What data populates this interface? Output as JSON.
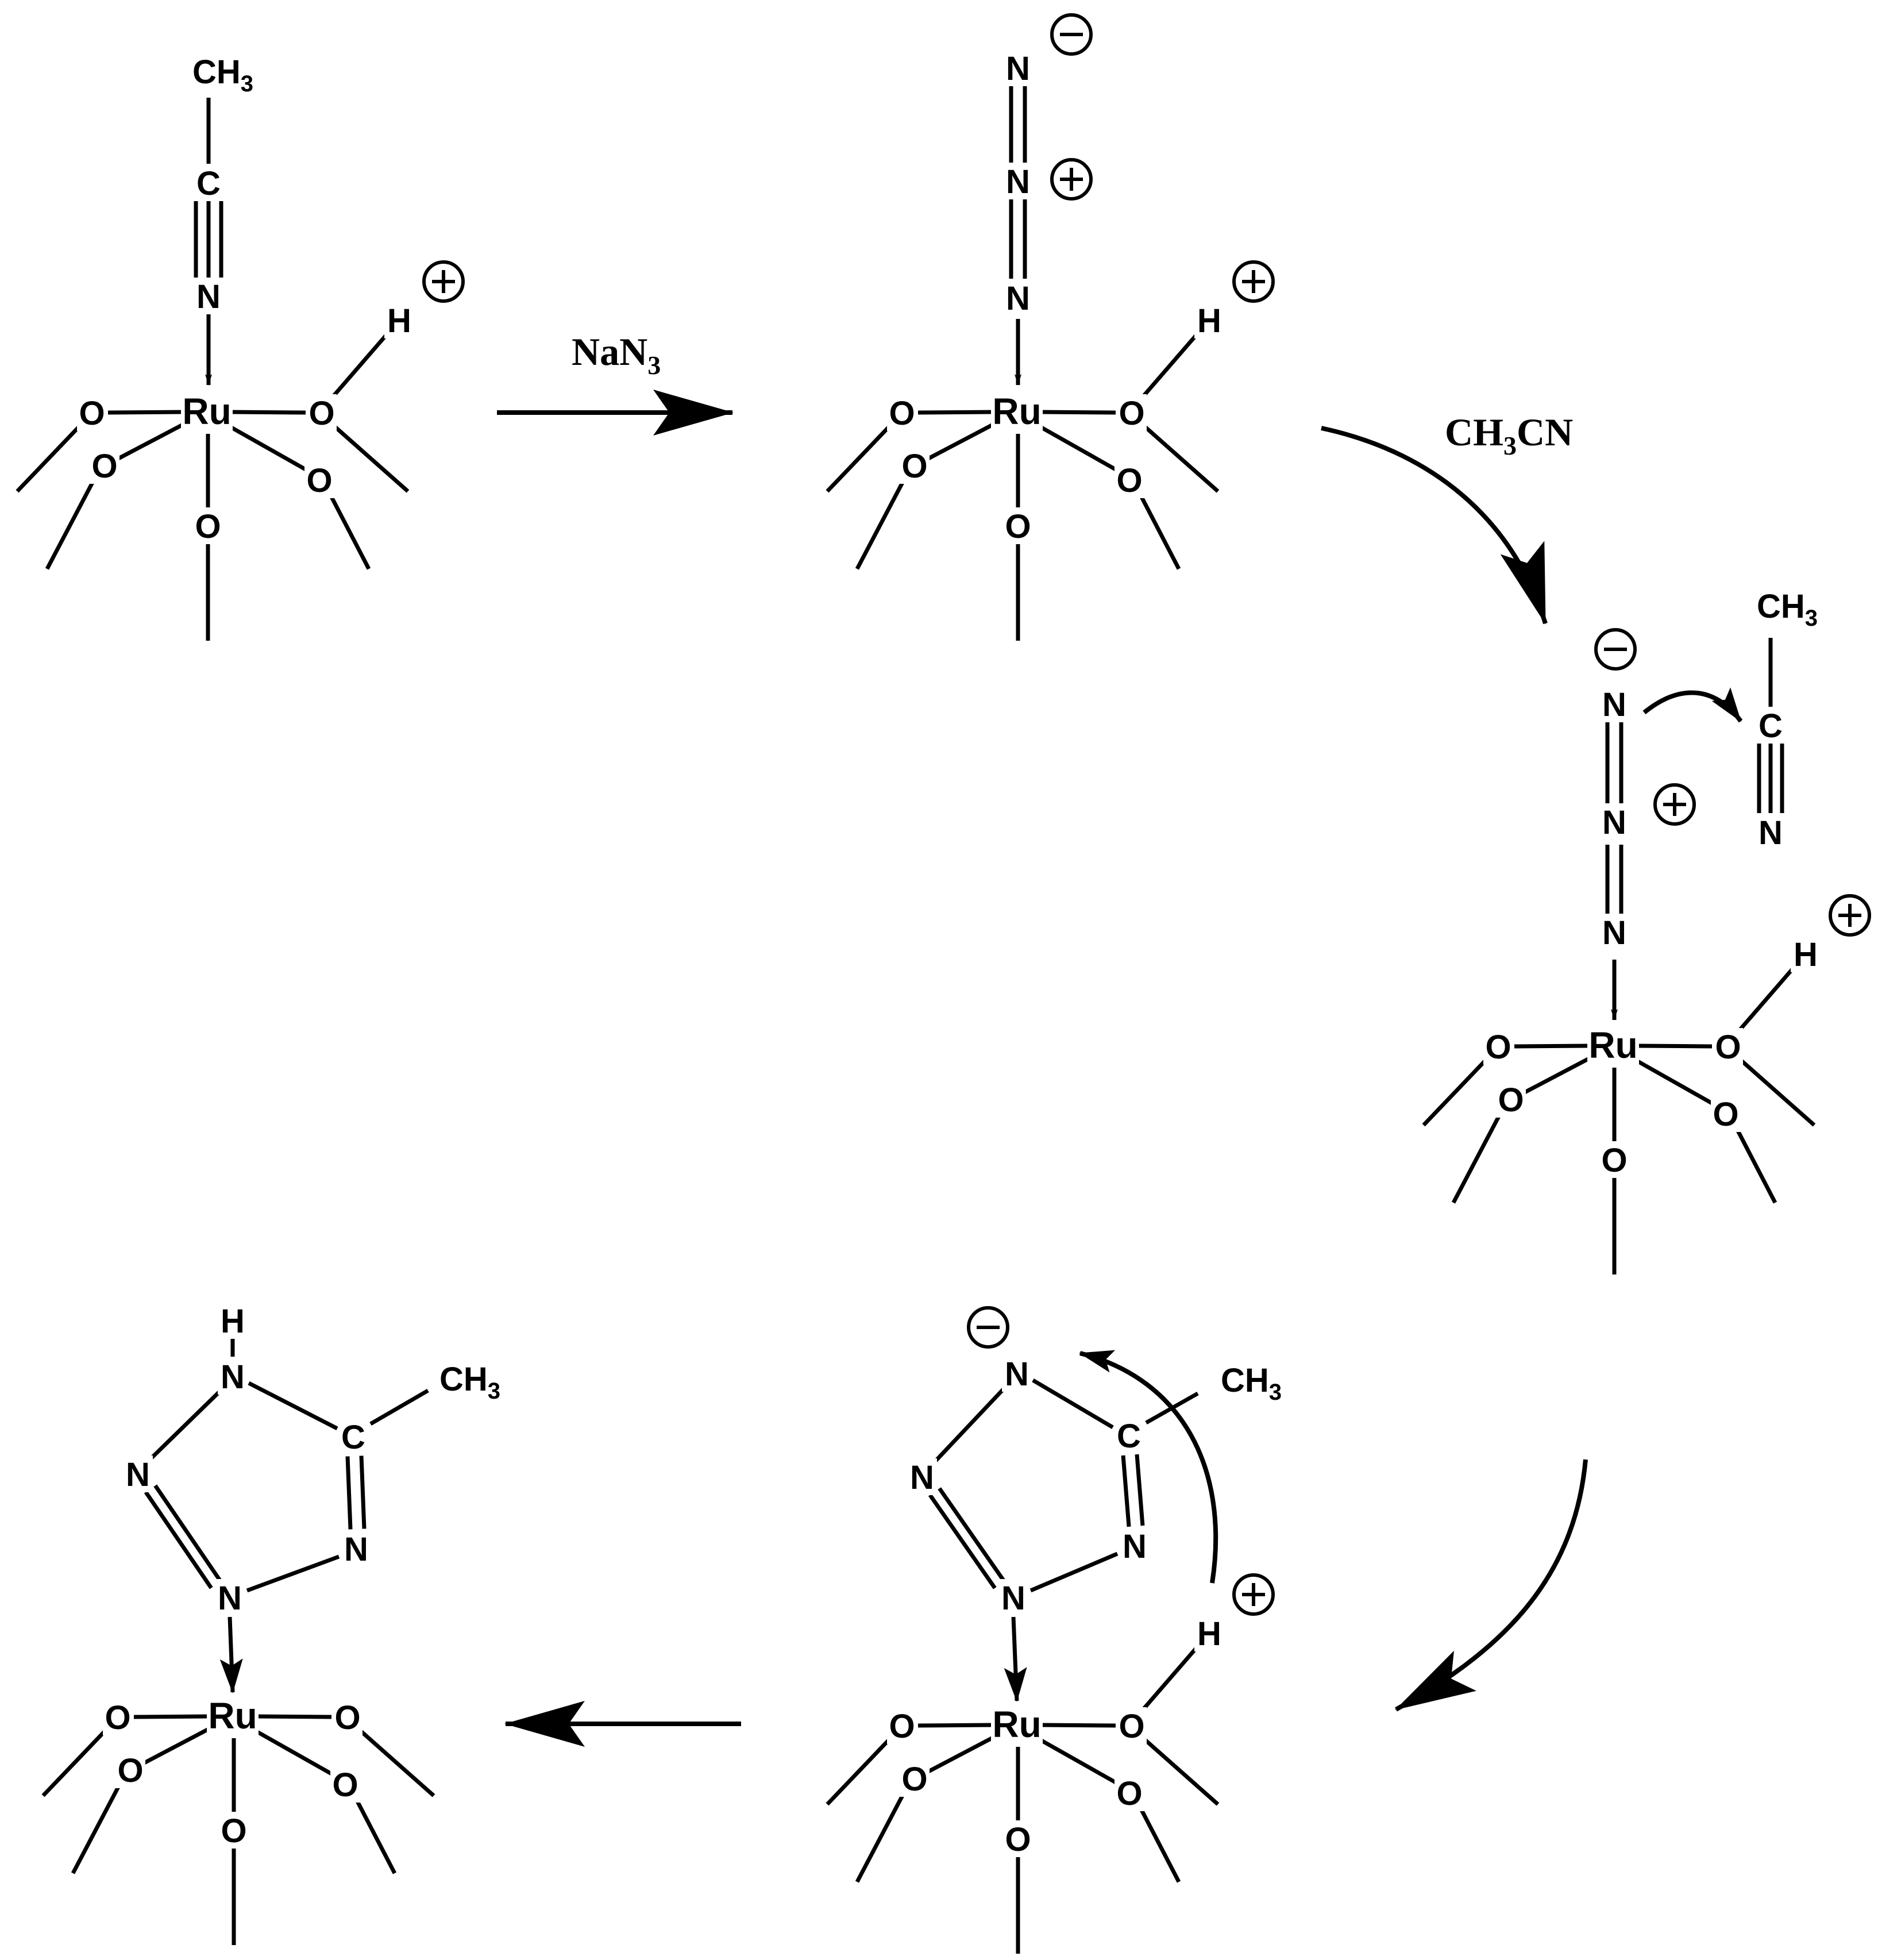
{
  "atoms": {
    "ru": "Ru",
    "o": "O",
    "h": "H",
    "n": "N",
    "c": "C",
    "ch3_base": "CH",
    "ch3_sub": "3"
  },
  "reagents": {
    "step1": {
      "main": "NaN",
      "sub": "3"
    },
    "step2": {
      "pre": "CH",
      "sub": "3",
      "post": "CN"
    }
  },
  "charges": {
    "positive": "+",
    "negative": "−"
  }
}
